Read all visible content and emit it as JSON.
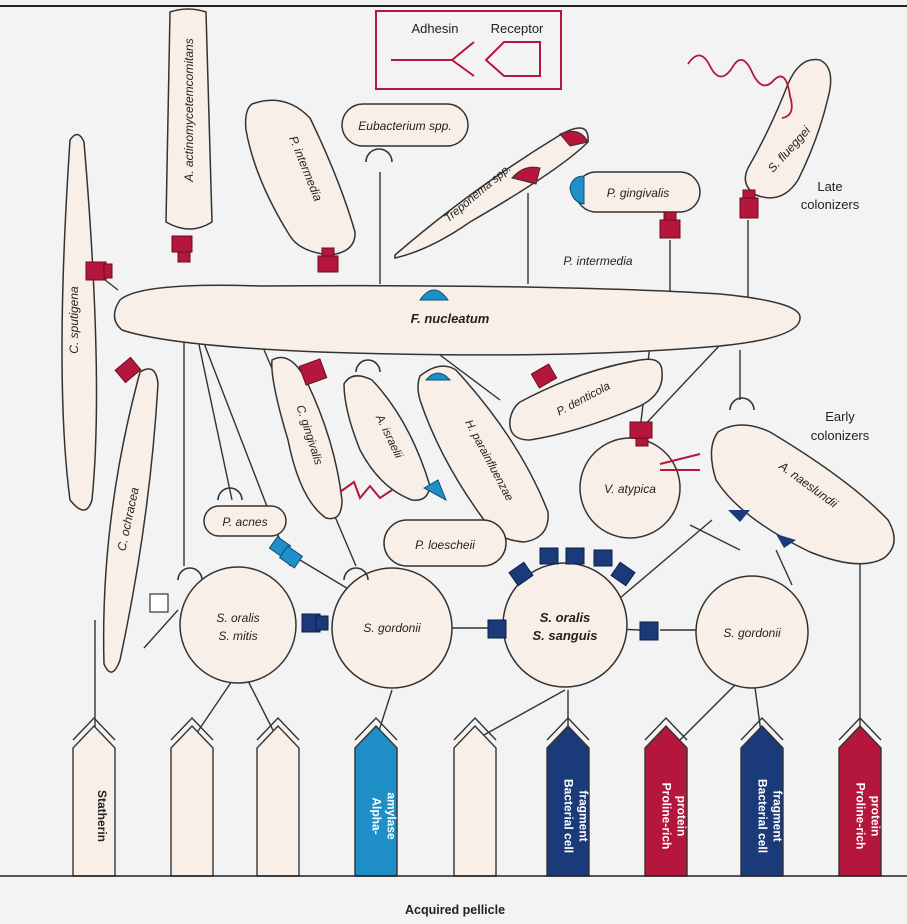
{
  "colors": {
    "bg": "#f3f3f3",
    "cell": "#f8f0e8",
    "outline": "#333333",
    "red": "#b5163c",
    "blue": "#1b3a7a",
    "lightblue": "#1f8fc8",
    "line": "#333333"
  },
  "legend": {
    "adhesin": "Adhesin",
    "receptor": "Receptor"
  },
  "labels": {
    "late_colonizers": [
      "Late",
      "colonizers"
    ],
    "early_colonizers": [
      "Early",
      "colonizers"
    ],
    "acquired_pellicle": "Acquired pellicle",
    "p_intermedia_free": "P. intermedia"
  },
  "organisms": {
    "a_actino": "A. actinomycetemcomitans",
    "p_intermedia": "P. intermedia",
    "eubacterium": "Eubacterium spp.",
    "treponema": "Treponema spp.",
    "p_gingivalis": "P. gingivalis",
    "s_flueggei": "S. flueggei",
    "c_sputigena": "C. sputigena",
    "f_nucleatum": "F. nucleatum",
    "c_ochracea": "C. ochracea",
    "c_gingivalis": "C. gingivalis",
    "a_israelii": "A. israelii",
    "h_parainfluenzae": "H. parainfluenzae",
    "p_denticola": "P. denticola",
    "v_atypica": "V. atypica",
    "a_naeslundii": "A. naeslundii",
    "p_acnes": "P. acnes",
    "p_loescheii": "P. loescheii",
    "s_oralis_mitis": [
      "S. oralis",
      "S. mitis"
    ],
    "s_gordonii_1": "S. gordonii",
    "s_oralis_sanguis": [
      "S. oralis",
      "S. sanguis"
    ],
    "s_gordonii_2": "S. gordonii"
  },
  "pellicle": [
    {
      "label": [
        "Statherin"
      ],
      "color": "cell"
    },
    {
      "label": [],
      "color": "cell"
    },
    {
      "label": [],
      "color": "cell"
    },
    {
      "label": [
        "Alpha-",
        "amylase"
      ],
      "color": "lightblue"
    },
    {
      "label": [],
      "color": "cell"
    },
    {
      "label": [
        "Bacterial cell",
        "fragment"
      ],
      "color": "blue"
    },
    {
      "label": [
        "Proline-rich",
        "protein"
      ],
      "color": "red"
    },
    {
      "label": [
        "Bacterial cell",
        "fragment"
      ],
      "color": "blue"
    },
    {
      "label": [
        "Proline-rich",
        "protein"
      ],
      "color": "red"
    }
  ]
}
